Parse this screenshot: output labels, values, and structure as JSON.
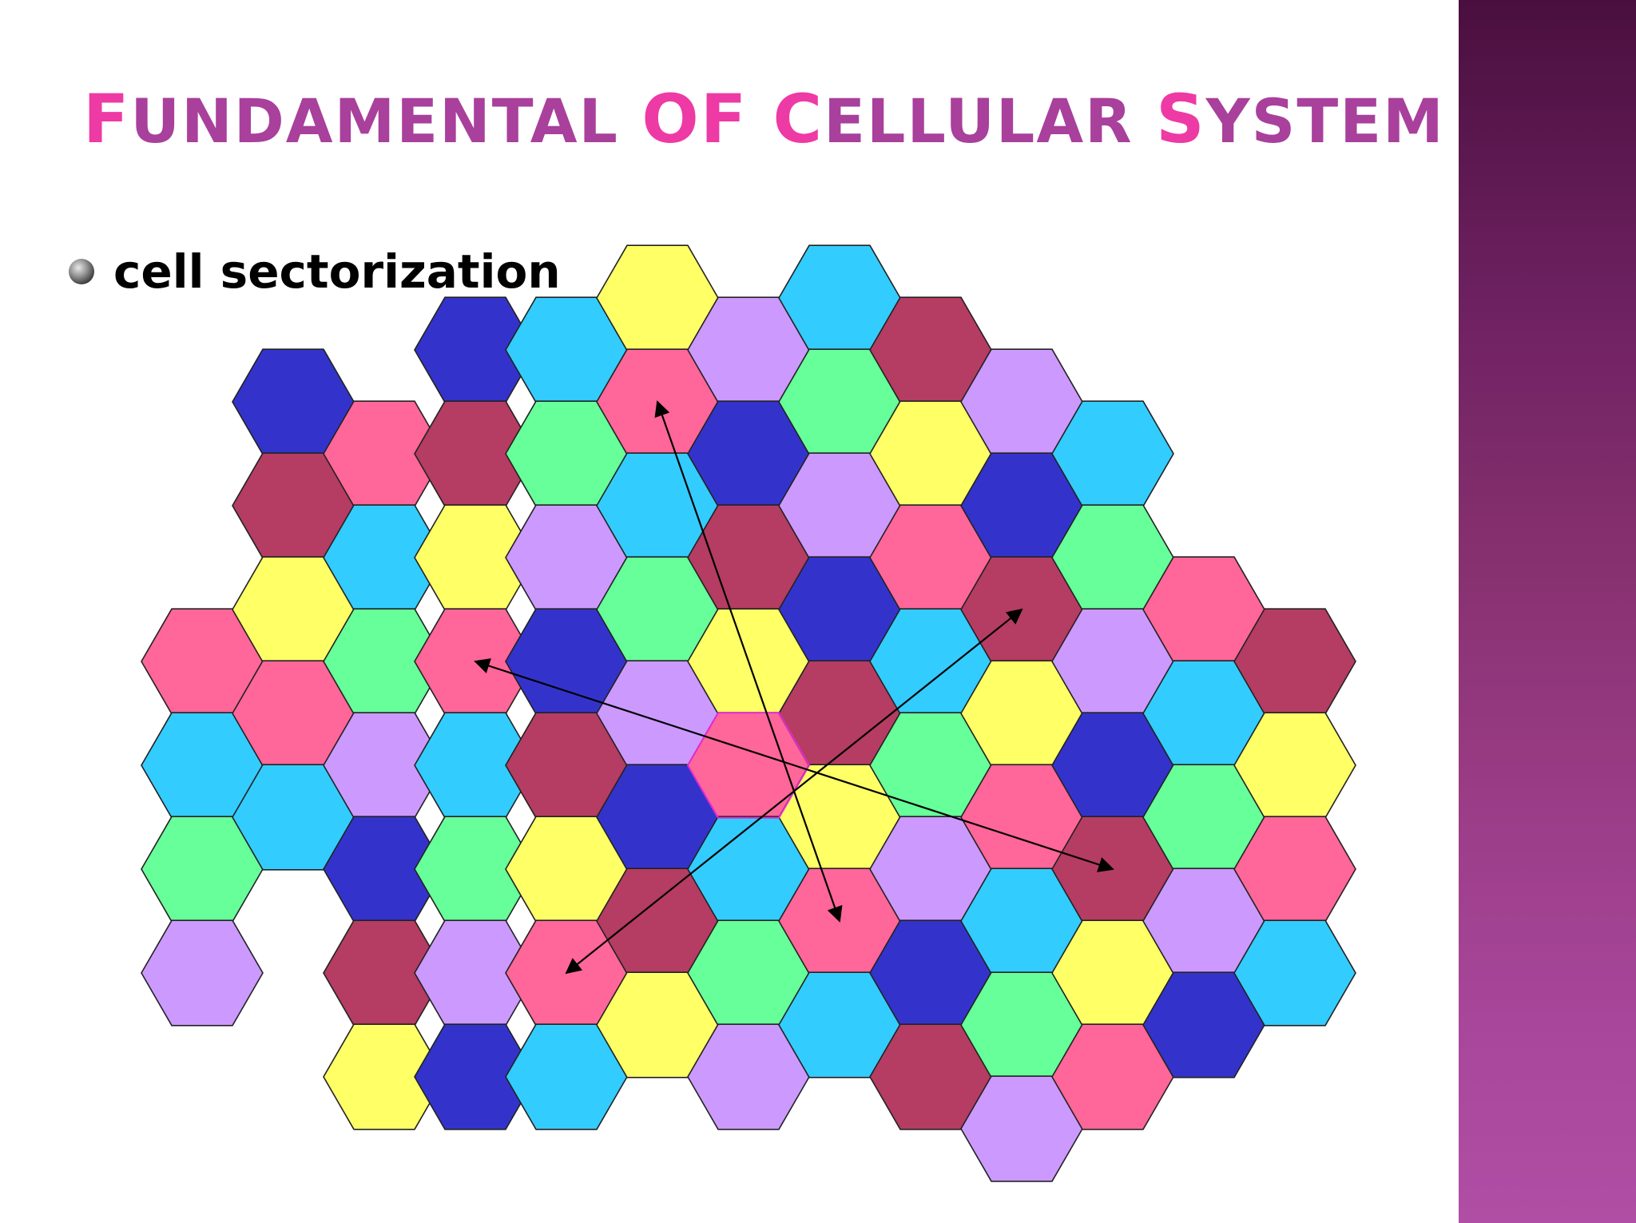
{
  "slide": {
    "title_parts": [
      {
        "text": "F",
        "cap": true
      },
      {
        "text": "UNDAMENTAL ",
        "cap": false
      },
      {
        "text": "O",
        "cap": true
      },
      {
        "text": "F ",
        "cap": true
      },
      {
        "text": "C",
        "cap": true
      },
      {
        "text": "ELLULAR ",
        "cap": false
      },
      {
        "text": "S",
        "cap": true
      },
      {
        "text": "YSTEM",
        "cap": false
      }
    ],
    "bullet": "cell sectorization"
  },
  "colors": {
    "title": "#a8409c",
    "title_cap": "#ee3aa4",
    "pink": "#ff6699",
    "maroon": "#b53c63",
    "cyan": "#33ccff",
    "navy": "#3333cc",
    "lavender": "#cc99ff",
    "yellow": "#ffff66",
    "green": "#66ff99",
    "hex_stroke": "#222222",
    "arrow": "#000000"
  },
  "diagram": {
    "grid": [
      {
        "col": 0,
        "cells": [
          "pink",
          "cyan",
          "green",
          "lavender"
        ]
      },
      {
        "col": 1,
        "cells": [
          "navy",
          "maroon",
          "yellow",
          "pink",
          "cyan"
        ]
      },
      {
        "col": 2,
        "cells": [
          "pink",
          "cyan",
          "green",
          "lavender",
          "navy",
          "maroon",
          "yellow"
        ]
      },
      {
        "col": 3,
        "cells": [
          "navy",
          "maroon",
          "yellow",
          "pink",
          "cyan",
          "green",
          "lavender",
          "navy"
        ]
      },
      {
        "col": 4,
        "cells": [
          "cyan",
          "green",
          "lavender",
          "navy",
          "maroon",
          "yellow",
          "pink",
          "cyan"
        ]
      },
      {
        "col": 5,
        "cells": [
          "yellow",
          "pink",
          "cyan",
          "green",
          "lavender",
          "navy",
          "maroon",
          "yellow"
        ]
      },
      {
        "col": 6,
        "cells": [
          "lavender",
          "navy",
          "maroon",
          "yellow",
          "pink",
          "cyan",
          "green",
          "lavender"
        ]
      },
      {
        "col": 7,
        "cells": [
          "cyan",
          "green",
          "lavender",
          "navy",
          "maroon",
          "yellow",
          "pink",
          "cyan"
        ]
      },
      {
        "col": 8,
        "cells": [
          "maroon",
          "yellow",
          "pink",
          "cyan",
          "green",
          "lavender",
          "navy",
          "maroon"
        ]
      },
      {
        "col": 9,
        "cells": [
          "lavender",
          "navy",
          "maroon",
          "yellow",
          "pink",
          "cyan",
          "green",
          "lavender"
        ]
      },
      {
        "col": 10,
        "cells": [
          "cyan",
          "green",
          "lavender",
          "navy",
          "maroon",
          "yellow",
          "pink"
        ]
      },
      {
        "col": 11,
        "cells": [
          "pink",
          "cyan",
          "green",
          "lavender",
          "navy"
        ]
      },
      {
        "col": 12,
        "cells": [
          "maroon",
          "yellow",
          "pink",
          "cyan"
        ]
      }
    ],
    "center_cell": {
      "col": 6,
      "row": 4
    },
    "interferer_cells": [
      {
        "col": 5,
        "row": 1
      },
      {
        "col": 9,
        "row": 2
      },
      {
        "col": 3,
        "row": 3
      },
      {
        "col": 10,
        "row": 4
      },
      {
        "col": 4,
        "row": 6
      },
      {
        "col": 7,
        "row": 6
      }
    ]
  }
}
